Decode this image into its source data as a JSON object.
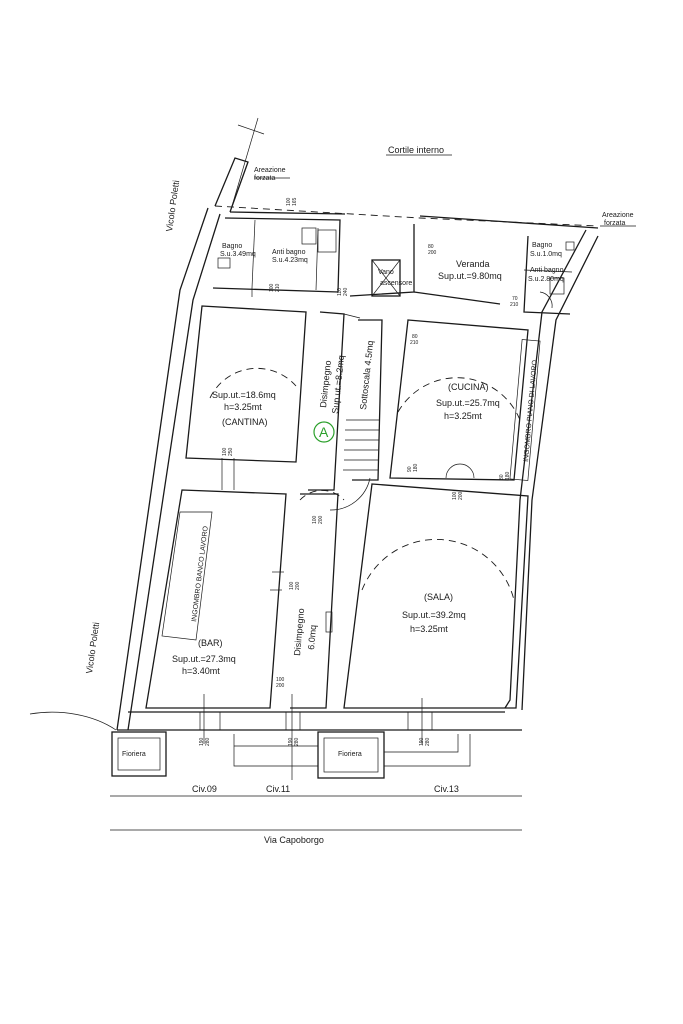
{
  "streets": {
    "courtyard": "Cortile interno",
    "lane_top": "Vicolo Poletti",
    "lane_bottom": "Vicolo Poletti",
    "main_street": "Via Capoborgo",
    "civ09": "Civ.09",
    "civ11": "Civ.11",
    "civ13": "Civ.13"
  },
  "vent_left": {
    "line1": "Areazione",
    "line2": "forzata"
  },
  "vent_right": {
    "line1": "Areazione",
    "line2": "forzata"
  },
  "rooms": {
    "bagno_left": {
      "name": "Bagno",
      "area": "S.u.3.49mq"
    },
    "antibagno_left": {
      "name": "Anti bagno",
      "area": "S.u.4.23mq"
    },
    "vano": {
      "line1": "Vano",
      "line2": "ascensore"
    },
    "veranda": {
      "name": "Veranda",
      "area": "Sup.ut.=9.80mq"
    },
    "bagno_right": {
      "name": "Bagno",
      "area": "S.u.1.0mq"
    },
    "antibagno_right": {
      "name": "Anti bagno",
      "area": "S.u.2.80mq"
    },
    "cantina": {
      "area": "Sup.ut.=18.6mq",
      "height": "h=3.25mt",
      "name": "(CANTINA)"
    },
    "disimpegno_top": {
      "name": "Disimpegno",
      "area": "Sup.ut.=8.2mq"
    },
    "sottoscala": {
      "name": "Sottoscala 4.5mq"
    },
    "cucina": {
      "name": "(CUCINA)",
      "area": "Sup.ut.=25.7mq",
      "height": "h=3.25mt"
    },
    "ingombro_cucina": "INGOMBRO PIANO DI LAVORO",
    "bar": {
      "name": "(BAR)",
      "area": "Sup.ut.=27.3mq",
      "height": "h=3.40mt"
    },
    "ingombro_bar": "INGOMBRO BANCO LAVORO",
    "disimpegno_bottom": {
      "name": "Disimpegno",
      "area": "6.0mq"
    },
    "sala": {
      "name": "(SALA)",
      "area": "Sup.ut.=39.2mq",
      "height": "h=3.25mt"
    }
  },
  "planters": {
    "left": "Fioriera",
    "right": "Fioriera"
  },
  "marker": "A",
  "dims": {
    "d1": [
      "100",
      "165"
    ],
    "d2": [
      "100",
      "210"
    ],
    "d3": [
      "80",
      "200"
    ],
    "d4": [
      "110",
      "240"
    ],
    "d5": [
      "80",
      "210"
    ],
    "d6": [
      "70",
      "210"
    ],
    "d7": [
      "100",
      "250"
    ],
    "d8": [
      "90",
      "180"
    ],
    "d9": [
      "80",
      "180"
    ],
    "d10": [
      "100",
      "200"
    ],
    "d11": [
      "100",
      "200"
    ],
    "d12": [
      "100",
      "200"
    ],
    "d13": [
      "100",
      "200"
    ],
    "d14": [
      "190",
      "280"
    ],
    "d15": [
      "190",
      "280"
    ],
    "d16": [
      "190",
      "280"
    ]
  }
}
